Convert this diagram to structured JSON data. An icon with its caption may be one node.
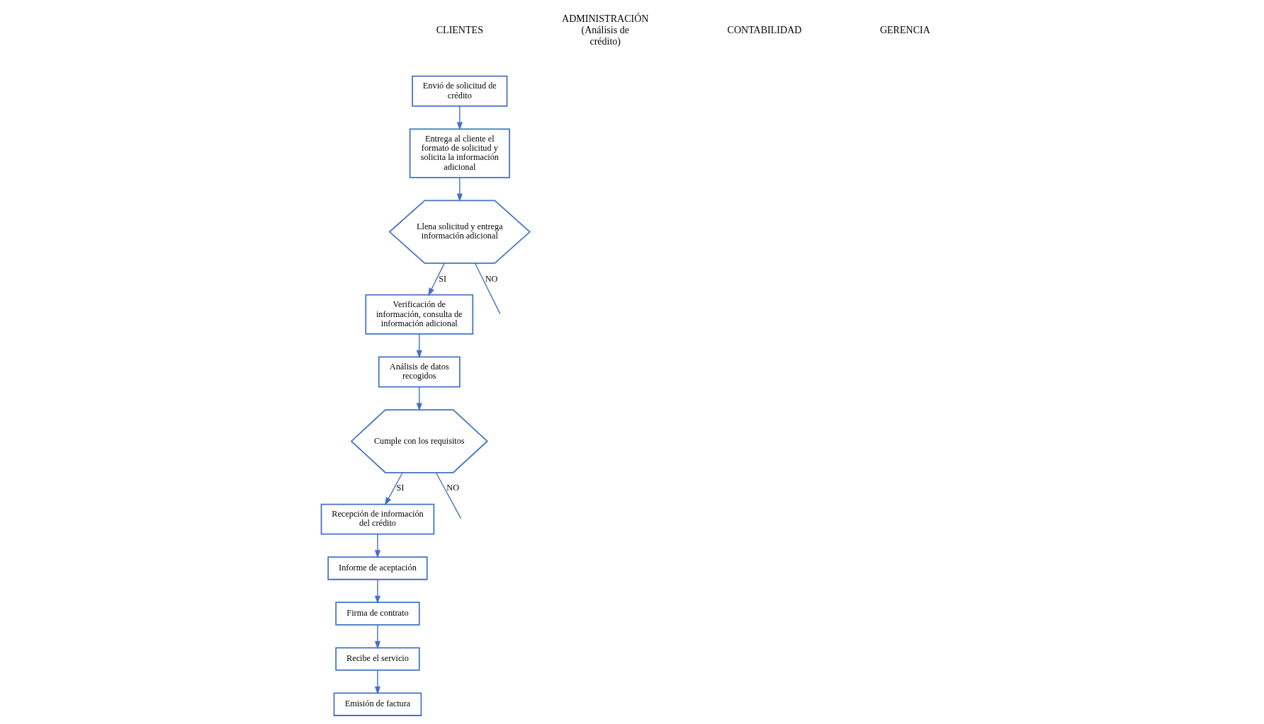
{
  "diagram": {
    "nodes": [
      {
        "text": [
          "Envió de solicitud de crédito"
        ]
      },
      {
        "text": [
          "Entrega al cliente el formato de solicitud y solicita la información adicional"
        ]
      },
      {
        "text": [
          "Llena solicitud y entrega información adicional"
        ]
      },
      {
        "text": [
          "Verificación de información, consulta de información adicional"
        ]
      },
      {
        "text": [
          "Análisis de datos recogidos"
        ]
      },
      {
        "text": [
          "Informe de aceptación"
        ]
      },
      {
        "text": [
          "Firma de contrato"
        ]
      },
      {
        "text": [
          "Recibe el servicio"
        ]
      },
      {
        "text": [
          "Cumple con los requisitos"
        ]
      },
      {
        "text": [
          "Recepción de información del crédito"
        ]
      },
      {
        "text": [
          "Emisión de factura"
        ]
      }
    ],
    "edges": [
      {
        "from": 0,
        "to": 1,
        "arrow": "to"
      },
      {
        "from": 1,
        "to": 2,
        "arrow": "to"
      },
      {
        "from": 2,
        "to": null,
        "label": "NO",
        "arrow": "none"
      },
      {
        "from": 2,
        "to": 3,
        "label": "SI",
        "arrow": "to"
      },
      {
        "from": 3,
        "to": 4,
        "arrow": "to"
      },
      {
        "from": 4,
        "to": 8,
        "arrow": "to"
      },
      {
        "from": 8,
        "to": 9,
        "label": "SI",
        "arrow": "to"
      },
      {
        "from": 8,
        "to": null,
        "label": "NO",
        "arrow": "none"
      },
      {
        "from": 9,
        "to": 5,
        "arrow": "to"
      },
      {
        "from": 5,
        "to": 6,
        "arrow": "to"
      },
      {
        "from": 6,
        "to": 7,
        "arrow": "to"
      },
      {
        "from": 7,
        "to": 10,
        "arrow": "to"
      }
    ],
    "labels": [
      "CLIENTES",
      "ADMINISTRACIÓN (Análisis de crédito)",
      "CONTABILIDAD",
      "GERENCIA"
    ]
  }
}
